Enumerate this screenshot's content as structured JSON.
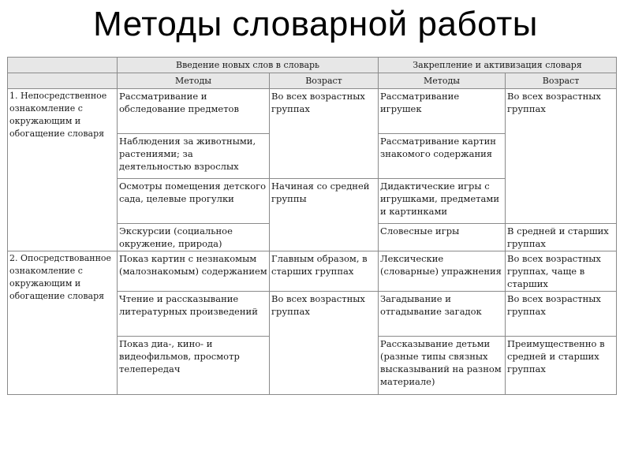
{
  "title": "Методы словарной работы",
  "table": {
    "header_intro": "Введение новых слов в словарь",
    "header_consolidation": "Закрепление и активизация словаря",
    "col_methods": "Методы",
    "col_age": "Возраст",
    "group1_label": "1. Непосредственное ознакомление с окружающим и обогащение словаря",
    "group2_label": "2. Опосредствованное ознакомление с окружающим и обогащение словаря",
    "g1": {
      "intro_methods": [
        "Рассматривание и обследование предметов",
        "Наблюдения за животными, растениями; за деятельностью взрослых",
        "Осмотры помещения детского сада, целевые прогулки",
        "Экскурсии (социальное окружение, природа)"
      ],
      "intro_age_1": "Во всех возрастных группах",
      "intro_age_2": "Начиная со средней группы",
      "cons_methods": [
        "Рассматривание игрушек",
        "Рассматривание картин знакомого содержания",
        "Дидактические игры с игрушками, предметами и картинками",
        "Словесные игры"
      ],
      "cons_age_1": "Во всех возрастных группах",
      "cons_age_2": "В средней и старших группах"
    },
    "g2": {
      "intro_methods": [
        "Показ картин с незнакомым (малознакомым) содержанием",
        "Чтение и рассказывание литературных произведений",
        "Показ диа-, кино- и видеофильмов, просмотр телепередач"
      ],
      "intro_age_1": "Главным образом, в старших группах",
      "intro_age_2": "Во всех возрастных группах",
      "cons_methods": [
        "Лексические (словарные) упражнения",
        "Загадывание и отгадывание загадок",
        "Рассказывание детьми (разные типы связных высказываний на разном материале)"
      ],
      "cons_ages": [
        "Во всех возрастных группах, чаще в старших",
        "Во всех возрастных группах",
        "Преимущественно в средней и старших группах"
      ]
    }
  }
}
